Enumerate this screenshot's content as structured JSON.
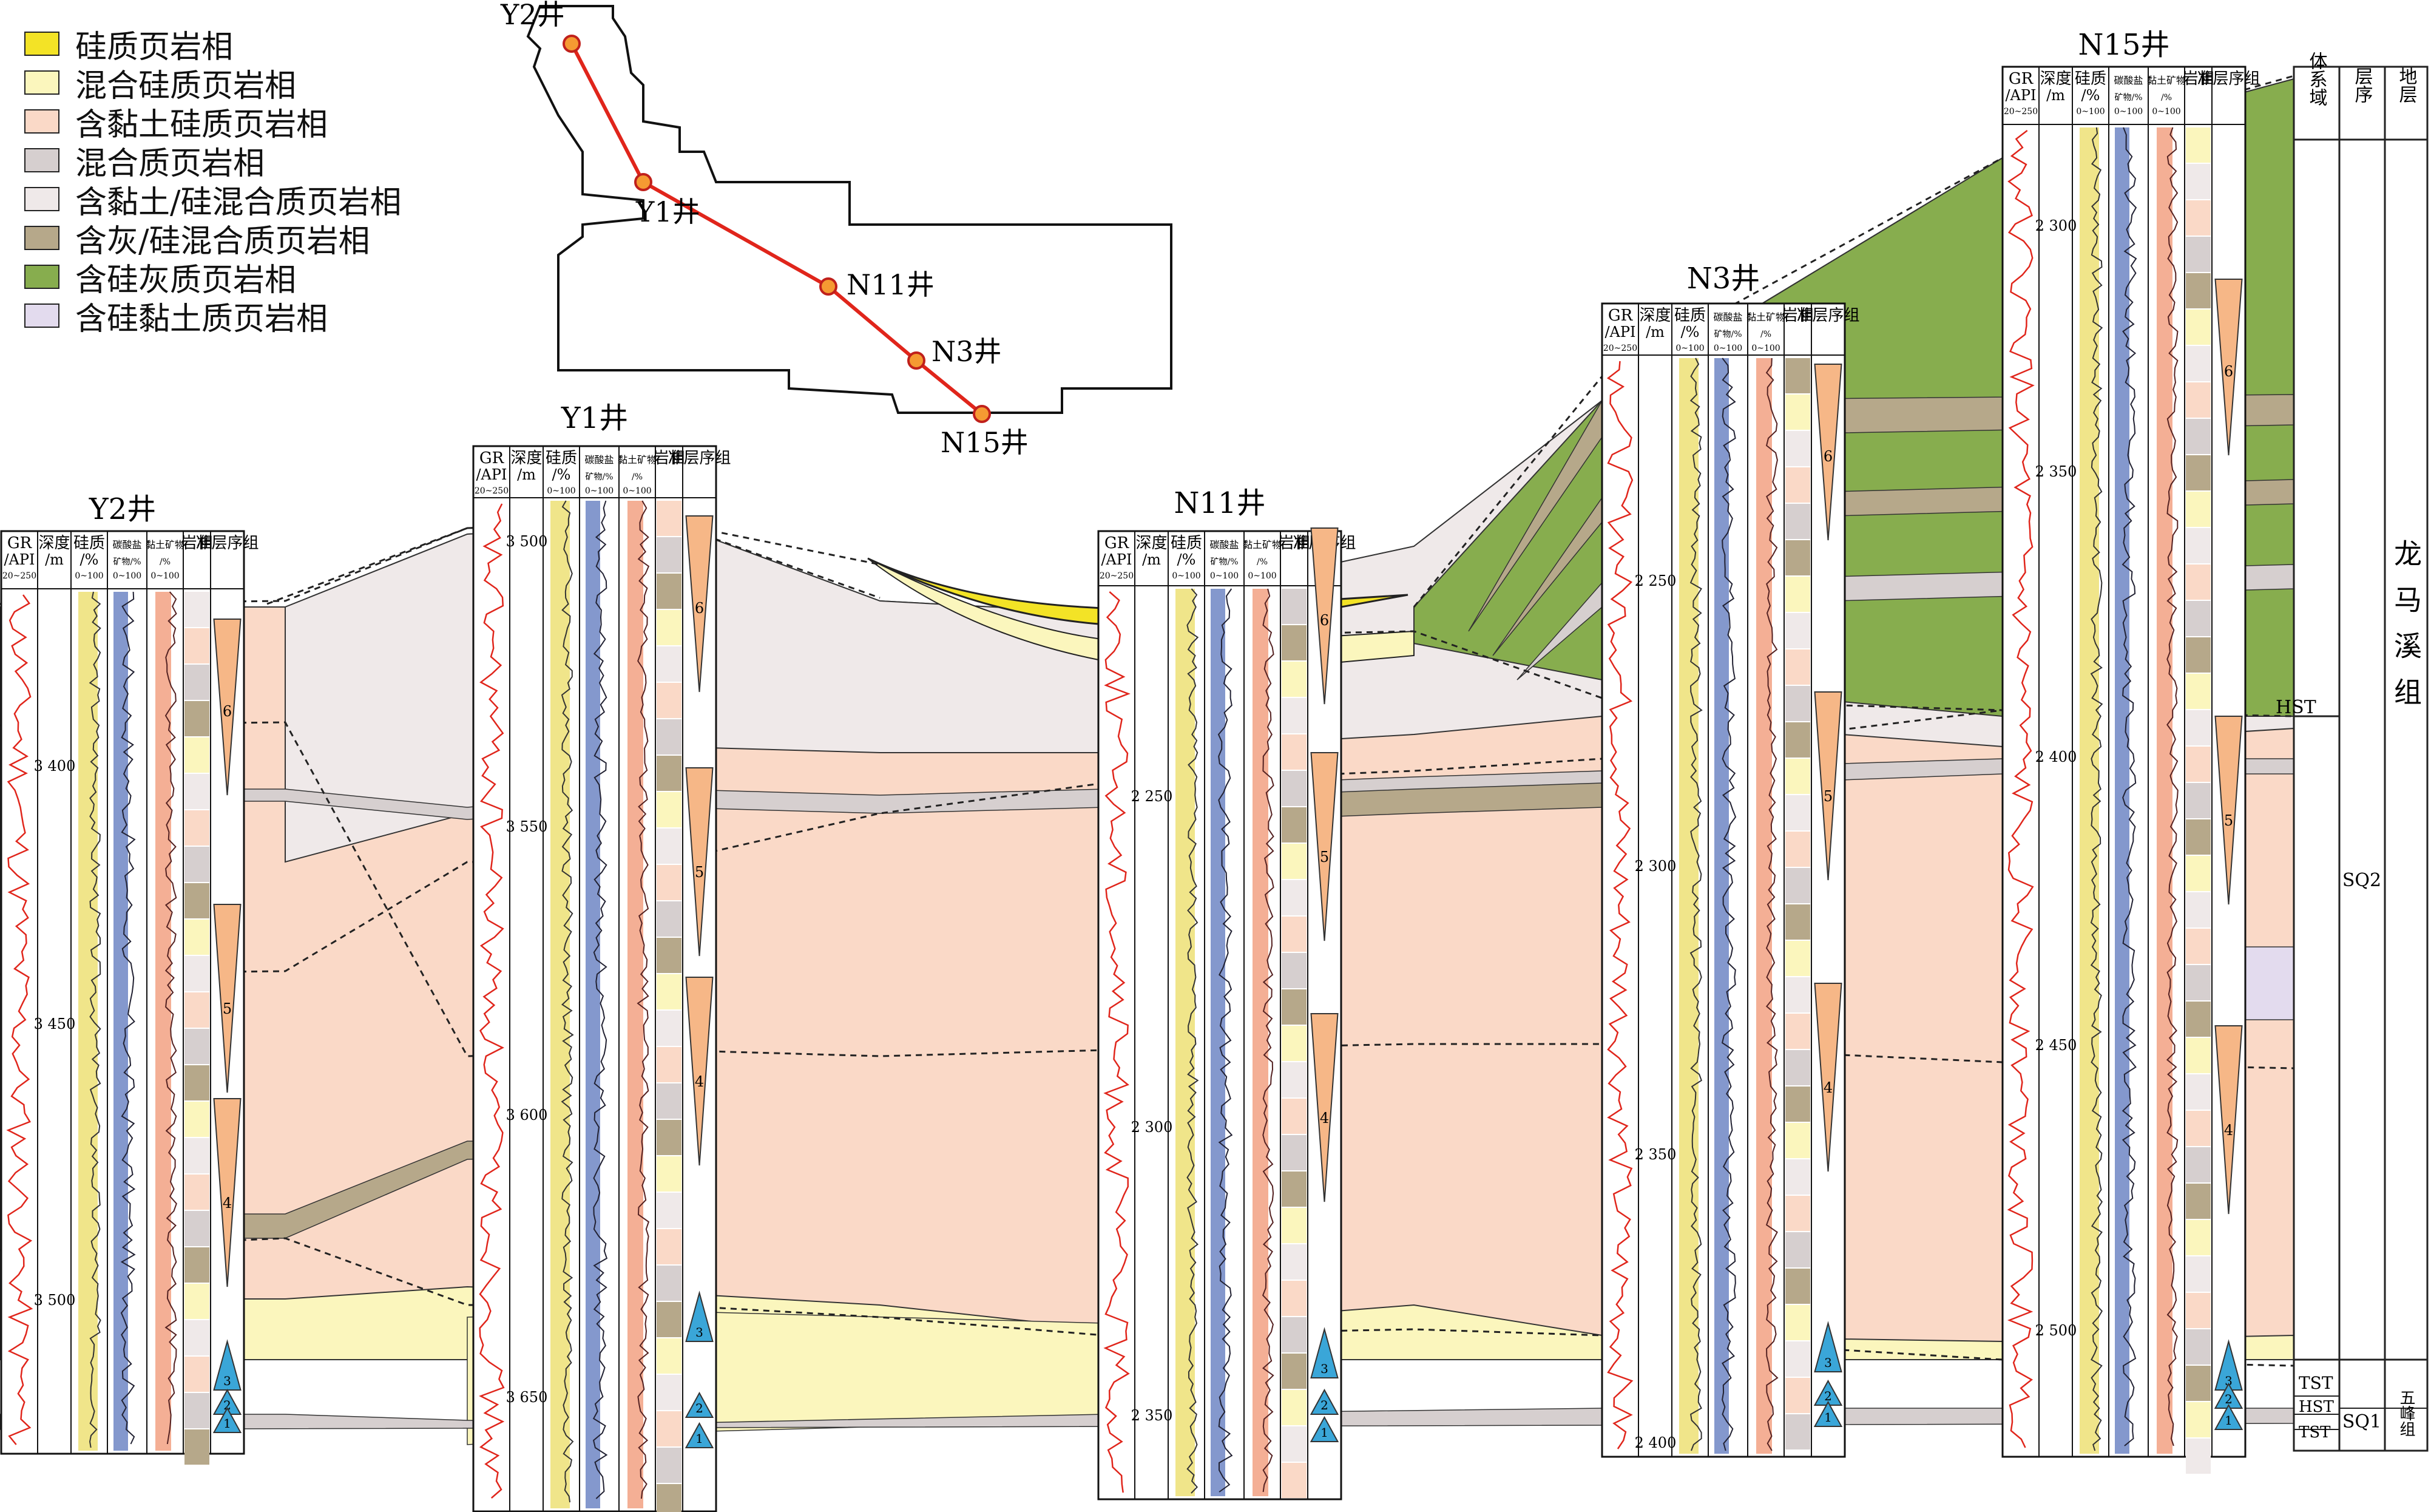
{
  "legend": [
    {
      "label": "硅质页岩相",
      "color": "#f3e326"
    },
    {
      "label": "混合硅质页岩相",
      "color": "#fbf6bd"
    },
    {
      "label": "含黏土硅质页岩相",
      "color": "#fad9c7"
    },
    {
      "label": "混合质页岩相",
      "color": "#d6cfcf"
    },
    {
      "label": "含黏土/硅混合质页岩相",
      "color": "#efe9e9"
    },
    {
      "label": "含灰/硅混合质页岩相",
      "color": "#b6a88a"
    },
    {
      "label": "含硅灰质页岩相",
      "color": "#87ad4e"
    },
    {
      "label": "含硅黏土质页岩相",
      "color": "#e3dbee"
    }
  ],
  "map": {
    "wells": [
      "Y2井",
      "Y1井",
      "N11井",
      "N3井",
      "N15井"
    ],
    "line_color": "#e0251b"
  },
  "column_headers": {
    "gr": "GR",
    "gr_unit": "/API",
    "gr_range": "20~250",
    "depth": "深度",
    "depth_unit": "/m",
    "si": "硅质",
    "si_unit": "/%",
    "si_range": "0~100",
    "carb": "碳酸盐",
    "carb2": "矿物/%",
    "carb_range": "0~100",
    "clay": "黏土矿物",
    "clay_unit": "/%",
    "clay_range": "0~100",
    "facies": "岩相",
    "seq": "准层序组"
  },
  "strat_headers": {
    "system_tract": "体系域",
    "sequence": "层序",
    "formation": "地层"
  },
  "strat_labels": {
    "hst": "HST",
    "tst": "TST",
    "hst2": "HST",
    "tst2": "TST",
    "sq2": "SQ2",
    "sq1": "SQ1",
    "longmaxi": "龙马溪组",
    "wufeng": "五峰组"
  },
  "wells": [
    {
      "name": "Y2井",
      "depths": [
        "3 400",
        "3 450",
        "3 500"
      ],
      "seqs": [
        "6",
        "5",
        "4",
        "3",
        "2",
        "1"
      ]
    },
    {
      "name": "Y1井",
      "depths": [
        "3 500",
        "3 550",
        "3 600",
        "3 650"
      ],
      "seqs": [
        "6",
        "5",
        "4",
        "3",
        "2",
        "1"
      ]
    },
    {
      "name": "N11井",
      "depths": [
        "2 250",
        "2 300",
        "2 350"
      ],
      "seqs": [
        "6",
        "5",
        "4",
        "3",
        "2",
        "1"
      ]
    },
    {
      "name": "N3井",
      "depths": [
        "2 250",
        "2 300",
        "2 350",
        "2 400"
      ],
      "seqs": [
        "6",
        "5",
        "4",
        "3",
        "2",
        "1"
      ]
    },
    {
      "name": "N15井",
      "depths": [
        "2 300",
        "2 350",
        "2 400",
        "2 450",
        "2 500"
      ],
      "seqs": [
        "6",
        "5",
        "4",
        "3",
        "2",
        "1"
      ]
    }
  ],
  "curve_colors": {
    "gr": "#e0251b",
    "si": "#f0e58a",
    "carb": "#6e86c4",
    "clay": "#f2a182",
    "seq_orange": "#f6b787",
    "seq_blue": "#3aa6d8"
  }
}
